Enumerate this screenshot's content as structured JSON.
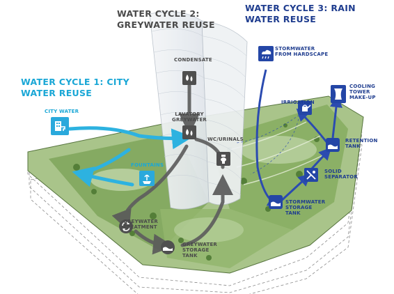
{
  "titles": {
    "cycle1": [
      "WATER CYCLE 1: CITY",
      "WATER REUSE"
    ],
    "cycle2": [
      "WATER CYCLE 2:",
      "GREYWATER REUSE"
    ],
    "cycle3": [
      "WATER CYCLE 3: RAIN",
      "WATER REUSE"
    ]
  },
  "labels": {
    "city_water": [
      "CITY WATER"
    ],
    "fountains": [
      "FOUNTAINS"
    ],
    "condensate": [
      "CONDENSATE"
    ],
    "lavatory_greywater": [
      "LAVATORY",
      "GREYWATER"
    ],
    "wc_urinals": [
      "WC/URINALS"
    ],
    "greywater_treatment": [
      "GREYWATER",
      "TREATMENT"
    ],
    "greywater_storage_tank": [
      "GREYWATER",
      "STORAGE",
      "TANK"
    ],
    "stormwater_from_hardscape": [
      "STORMWATER",
      "FROM HARDSCAPE"
    ],
    "irrigation": [
      "IRRIGATION"
    ],
    "cooling_tower_makeup": [
      "COOLING",
      "TOWER",
      "MAKE-UP"
    ],
    "retention_tank": [
      "RETENTION",
      "TANK"
    ],
    "solid_separator": [
      "SOLID",
      "SEPARATOR"
    ],
    "stormwater_storage_tank": [
      "STORMWATER",
      "STORAGE",
      "TANK"
    ]
  },
  "colors": {
    "cycle1": "#1aa7d6",
    "cycle2": "#4a4a4a",
    "cycle3": "#1f3d8f",
    "landscape": "#6f9a4a"
  },
  "icons": {
    "city_water": "building-tap-icon",
    "fountains": "fountain-icon",
    "condensate": "water-drops-icon",
    "lavatory_greywater": "water-drops-icon",
    "wc_urinals": "toilet-icon",
    "greywater_treatment": "recycle-arrows-icon",
    "greywater_storage_tank": "wave-tank-icon",
    "stormwater_from_hardscape": "rain-cloud-icon",
    "irrigation": "watering-can-icon",
    "cooling_tower_makeup": "cooling-tower-icon",
    "retention_tank": "wave-tank-icon",
    "solid_separator": "filter-icon",
    "stormwater_storage_tank": "wave-tank-icon"
  }
}
